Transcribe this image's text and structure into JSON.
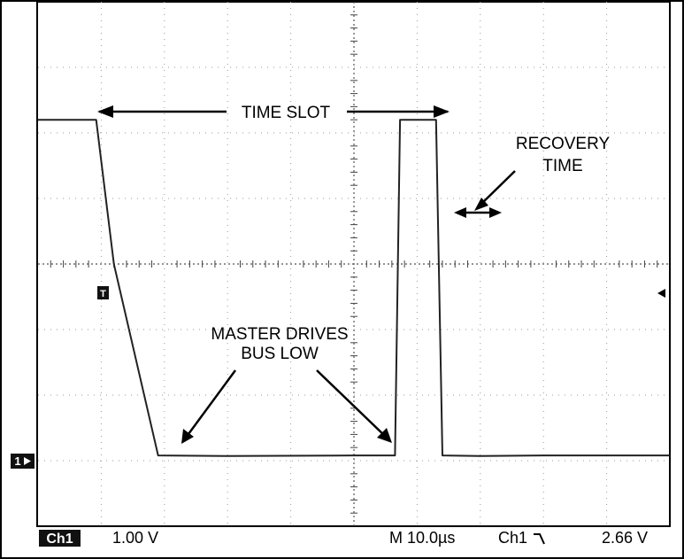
{
  "chart_data": {
    "type": "line",
    "instrument": "oscilloscope",
    "channel": "Ch1",
    "series": [
      {
        "x_us": [
          -50,
          -40.8,
          -38.0,
          -31.0,
          -20,
          0,
          6.5,
          7.3,
          13.0,
          14.0,
          20,
          30,
          50
        ],
        "y_div": [
          2.2,
          2.2,
          0.0,
          -2.92,
          -2.93,
          -2.92,
          -2.92,
          2.2,
          2.2,
          -2.92,
          -2.93,
          -2.92,
          -2.92
        ]
      }
    ],
    "xlim_us": [
      -50,
      50
    ],
    "ylim_div": [
      -4,
      4
    ],
    "x_divisions": 10,
    "y_divisions": 8,
    "grid": true,
    "annotations": {
      "time_slot": "TIME SLOT",
      "recovery_line1": "RECOVERY",
      "recovery_line2": "TIME",
      "master_line1": "MASTER DRIVES",
      "master_line2": "BUS LOW"
    },
    "markers": {
      "trigger": "T",
      "ground": "1"
    },
    "status": {
      "channel": "Ch1",
      "volts_per_div": "1.00 V",
      "timebase": "M 10.0µs",
      "trigger_channel": "Ch1",
      "trigger_level": "2.66 V"
    }
  }
}
